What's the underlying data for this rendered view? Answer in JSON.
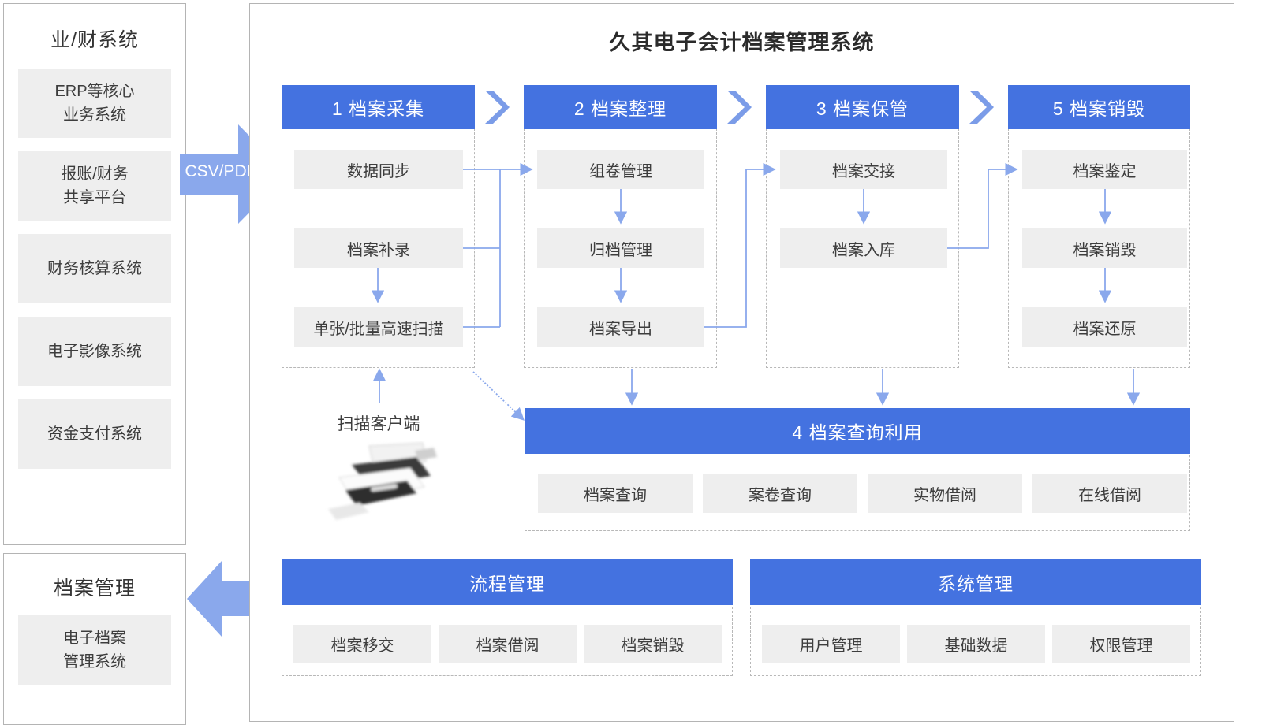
{
  "left_panels": [
    {
      "key": "biz",
      "title": "业/财系统",
      "items": [
        "ERP等核心\n业务系统",
        "报账/财务\n共享平台",
        "财务核算系统",
        "电子影像系统",
        "资金支付系统"
      ]
    },
    {
      "key": "archive",
      "title": "档案管理",
      "items": [
        "电子档案\n管理系统"
      ]
    }
  ],
  "flow_arrows": {
    "inbound_label": "CSV/PDF",
    "outbound_label": ""
  },
  "main": {
    "title": "久其电子会计档案管理系统",
    "stages": [
      {
        "header": "1 档案采集",
        "items": [
          "数据同步",
          "档案补录",
          "单张/批量高速扫描"
        ]
      },
      {
        "header": "2 档案整理",
        "items": [
          "组卷管理",
          "归档管理",
          "档案导出"
        ]
      },
      {
        "header": "3 档案保管",
        "items": [
          "档案交接",
          "档案入库"
        ]
      },
      {
        "header": "5 档案销毁",
        "items": [
          "档案鉴定",
          "档案销毁",
          "档案还原"
        ]
      }
    ],
    "query_section": {
      "header": "4 档案查询利用",
      "items": [
        "档案查询",
        "案卷查询",
        "实物借阅",
        "在线借阅"
      ]
    },
    "bottom_sections": [
      {
        "header": "流程管理",
        "items": [
          "档案移交",
          "档案借阅",
          "档案销毁"
        ]
      },
      {
        "header": "系统管理",
        "items": [
          "用户管理",
          "基础数据",
          "权限管理"
        ]
      }
    ],
    "scanner": {
      "label": "扫描客户端",
      "icon": "scanner-icon"
    }
  },
  "colors": {
    "header_blue": "#4472e0",
    "arrow_blue": "#8aa8ec",
    "chevron_blue": "#7b9ce8",
    "cell_gray": "#eeeeee",
    "frame_gray": "#b4b4b4",
    "dash_gray": "#b8b8b8"
  }
}
